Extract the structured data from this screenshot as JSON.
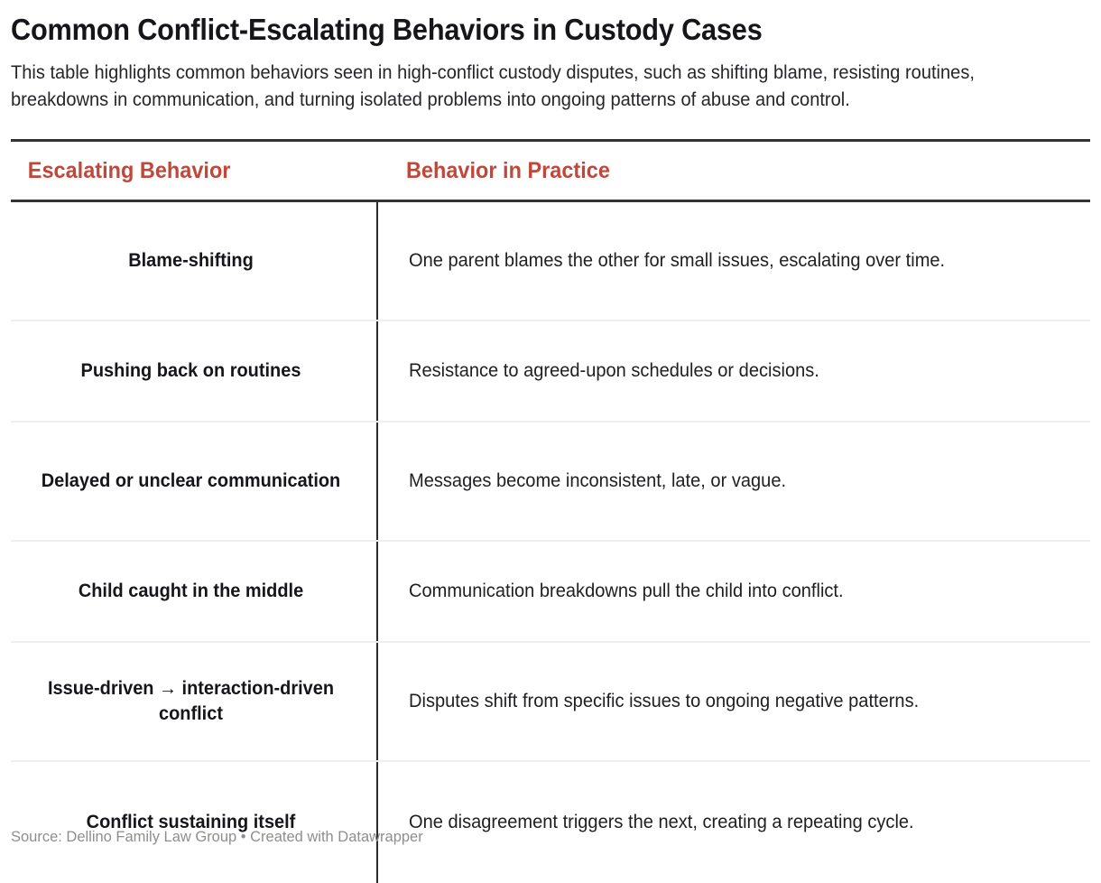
{
  "header": {
    "title": "Common Conflict-Escalating Behaviors in Custody Cases",
    "description": "This table highlights common behaviors seen in high-conflict custody disputes, such as shifting blame, resisting routines, breakdowns in communication, and turning isolated problems into ongoing patterns of abuse and control."
  },
  "theme": {
    "accent_color": "#c0483a",
    "rule_color": "#333333",
    "row_separator_color": "#eeeeee",
    "column_divider_color": "#2b2b2b",
    "text_color": "#16161a",
    "footer_color": "#8e8e8e",
    "background": "#ffffff"
  },
  "table": {
    "columns": [
      {
        "key": "behavior",
        "label": "Escalating Behavior"
      },
      {
        "key": "practice",
        "label": "Behavior in Practice"
      }
    ],
    "rows": [
      {
        "behavior": "Blame-shifting",
        "practice": "One parent blames the other for small issues, escalating over time."
      },
      {
        "behavior": "Pushing back on routines",
        "practice": "Resistance to agreed-upon schedules or decisions."
      },
      {
        "behavior": "Delayed or unclear communication",
        "practice": "Messages become inconsistent, late, or vague."
      },
      {
        "behavior": "Child caught in the middle",
        "practice": "Communication breakdowns pull the child into conflict."
      },
      {
        "behavior": "Issue-driven → interaction-driven conflict",
        "practice": "Disputes shift from specific issues to ongoing negative patterns."
      },
      {
        "behavior": "Conflict sustaining itself",
        "practice": "One disagreement triggers the next, creating a repeating cycle."
      }
    ]
  },
  "footer": {
    "text": "Source: Dellino Family Law Group • Created with Datawrapper"
  },
  "chart_data": {
    "type": "table",
    "title": "Common Conflict-Escalating Behaviors in Custody Cases",
    "subtitle": "This table highlights common behaviors seen in high-conflict custody disputes, such as shifting blame, resisting routines, breakdowns in communication, and turning isolated problems into ongoing patterns of abuse and control.",
    "columns": [
      "Escalating Behavior",
      "Behavior in Practice"
    ],
    "rows": [
      [
        "Blame-shifting",
        "One parent blames the other for small issues, escalating over time."
      ],
      [
        "Pushing back on routines",
        "Resistance to agreed-upon schedules or decisions."
      ],
      [
        "Delayed or unclear communication",
        "Messages become inconsistent, late, or vague."
      ],
      [
        "Child caught in the middle",
        "Communication breakdowns pull the child into conflict."
      ],
      [
        "Issue-driven → interaction-driven conflict",
        "Disputes shift from specific issues to ongoing negative patterns."
      ],
      [
        "Conflict sustaining itself",
        "One disagreement triggers the next, creating a repeating cycle."
      ]
    ],
    "source": "Dellino Family Law Group",
    "created_with": "Datawrapper",
    "legend": null,
    "grid": false
  }
}
